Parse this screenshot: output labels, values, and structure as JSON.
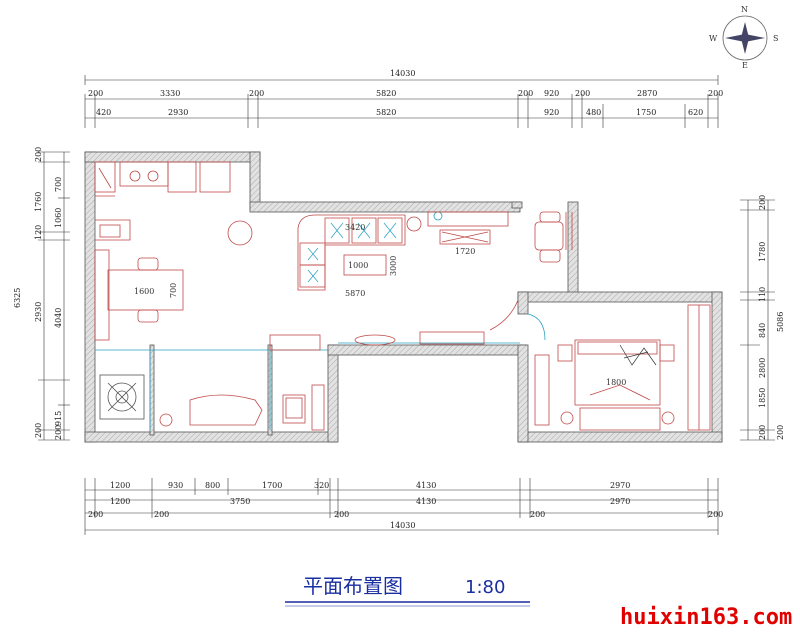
{
  "title": "平面布置图",
  "scale": "1:80",
  "watermark": "huixin163.com",
  "compass": {
    "n": "N",
    "s": "S",
    "e": "E",
    "w": "W"
  },
  "top_dims": {
    "total": "14030",
    "row2": [
      "200",
      "3330",
      "200",
      "5820",
      "200",
      "920",
      "200",
      "2870",
      "200"
    ],
    "row3": [
      "420",
      "2930",
      "5820",
      "920",
      "480",
      "1750",
      "620"
    ]
  },
  "bottom_dims": {
    "row1": [
      "1200",
      "930",
      "800",
      "1700",
      "320",
      "4130",
      "2970"
    ],
    "row2": [
      "1200",
      "3750",
      "4130",
      "2970"
    ],
    "row3": [
      "200",
      "200",
      "200",
      "200",
      "200"
    ],
    "total": "14030"
  },
  "left_dims": {
    "outer": [
      "200",
      "1760",
      "120",
      "2930",
      "6325"
    ],
    "inner": [
      "700",
      "1060",
      "4040",
      "200",
      "915",
      "200"
    ]
  },
  "right_dims": {
    "outer": [
      "200",
      "1780",
      "110",
      "2800",
      "5086"
    ],
    "inner": [
      "200",
      "840",
      "1850",
      "200"
    ]
  },
  "room_labels": {
    "dining_table": "1600",
    "dining_side": "700",
    "sofa": "3420",
    "coffee_table": "1000",
    "coffee_side": "3000",
    "living": "5870",
    "tv_cabinet": "1720",
    "bed": "1800"
  },
  "colors": {
    "wall": "#cfcfcf",
    "line": "#d03030",
    "furniture": "#c04848",
    "cyan": "#27a0c0",
    "title": "#1a2fa0",
    "watermark": "#e00000"
  }
}
